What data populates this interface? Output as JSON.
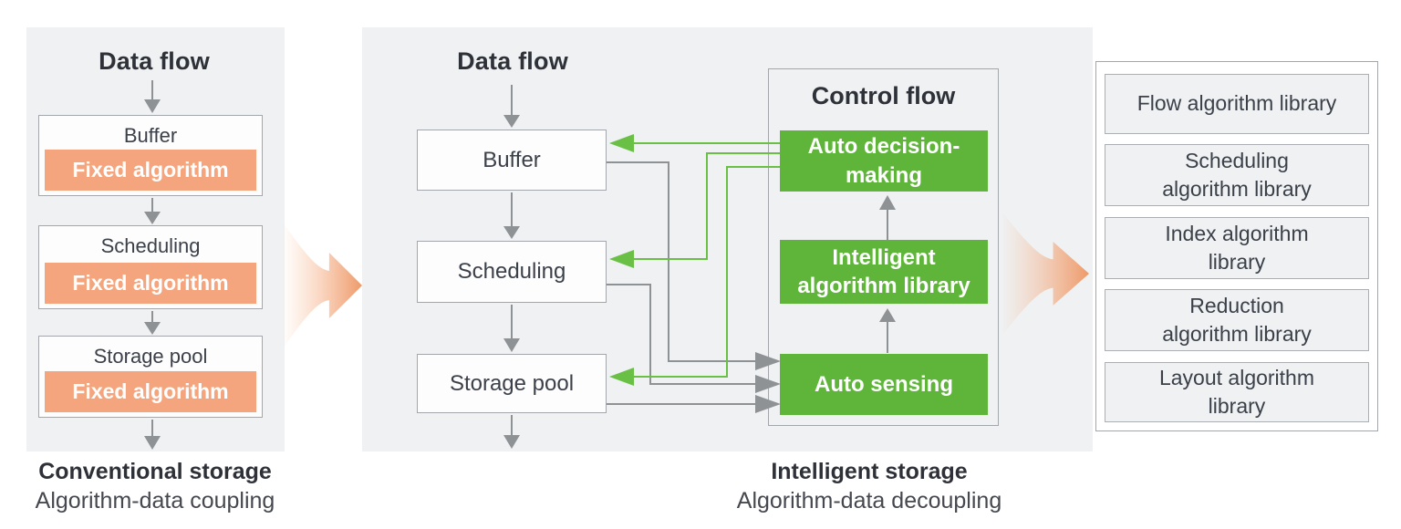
{
  "left_panel": {
    "title": "Data flow",
    "stages": [
      {
        "name": "Buffer",
        "algorithm": "Fixed algorithm"
      },
      {
        "name": "Scheduling",
        "algorithm": "Fixed algorithm"
      },
      {
        "name": "Storage pool",
        "algorithm": "Fixed algorithm"
      }
    ],
    "caption": {
      "title": "Conventional storage",
      "subtitle": "Algorithm-data coupling"
    }
  },
  "middle_panel": {
    "title": "Data flow",
    "stages": [
      {
        "name": "Buffer"
      },
      {
        "name": "Scheduling"
      },
      {
        "name": "Storage pool"
      }
    ],
    "control_flow": {
      "title": "Control flow",
      "modules": [
        {
          "name": "Auto decision-\nmaking"
        },
        {
          "name": "Intelligent\nalgorithm library"
        },
        {
          "name": "Auto sensing"
        }
      ]
    },
    "caption": {
      "title": "Intelligent storage",
      "subtitle": "Algorithm-data decoupling"
    }
  },
  "right_panel": {
    "libraries": [
      {
        "name": "Flow algorithm library"
      },
      {
        "name": "Scheduling\nalgorithm library"
      },
      {
        "name": "Index algorithm\nlibrary"
      },
      {
        "name": "Reduction\nalgorithm library"
      },
      {
        "name": "Layout algorithm\nlibrary"
      }
    ]
  },
  "colors": {
    "panel_background": "#eff1f3",
    "module_green": "#5fb53a",
    "green_line": "#6abf45",
    "fixed_algorithm_orange": "#f5a57d",
    "transition_arrow_orange": "#ee9a69",
    "gray_line": "#8f9295",
    "box_border": "#a3a6aa"
  }
}
